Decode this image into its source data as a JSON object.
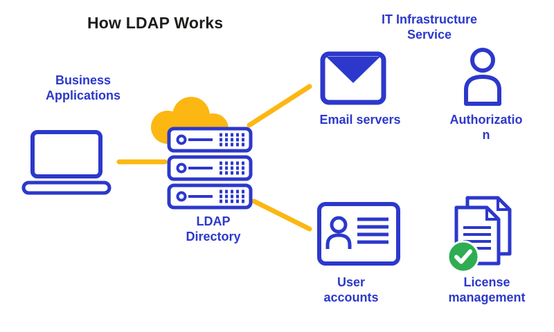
{
  "title": "How LDAP Works",
  "colors": {
    "blue": "#2c38cb",
    "yellow": "#fcb713",
    "green": "#2fad53",
    "ink": "#1d1d1b",
    "background": "#ffffff"
  },
  "nodes": {
    "business_applications": {
      "label": "Business Applications",
      "icon": "laptop-icon"
    },
    "ldap_directory": {
      "label": "LDAP Directory",
      "icon": "server-stack-icon"
    },
    "cloud": {
      "icon": "cloud-icon"
    },
    "it_infrastructure_service": {
      "label": "IT Infrastructure Service"
    },
    "email_servers": {
      "label": "Email servers",
      "icon": "envelope-icon"
    },
    "authorization": {
      "label": "Authorization",
      "icon": "person-icon"
    },
    "user_accounts": {
      "label": "User accounts",
      "icon": "id-card-icon"
    },
    "license_management": {
      "label": "License management",
      "icon": "documents-icon",
      "badge": "check-badge-icon"
    }
  },
  "connectors": [
    {
      "from": "business_applications",
      "to": "ldap_directory"
    },
    {
      "from": "ldap_directory",
      "to": "email_servers"
    },
    {
      "from": "ldap_directory",
      "to": "user_accounts"
    }
  ]
}
